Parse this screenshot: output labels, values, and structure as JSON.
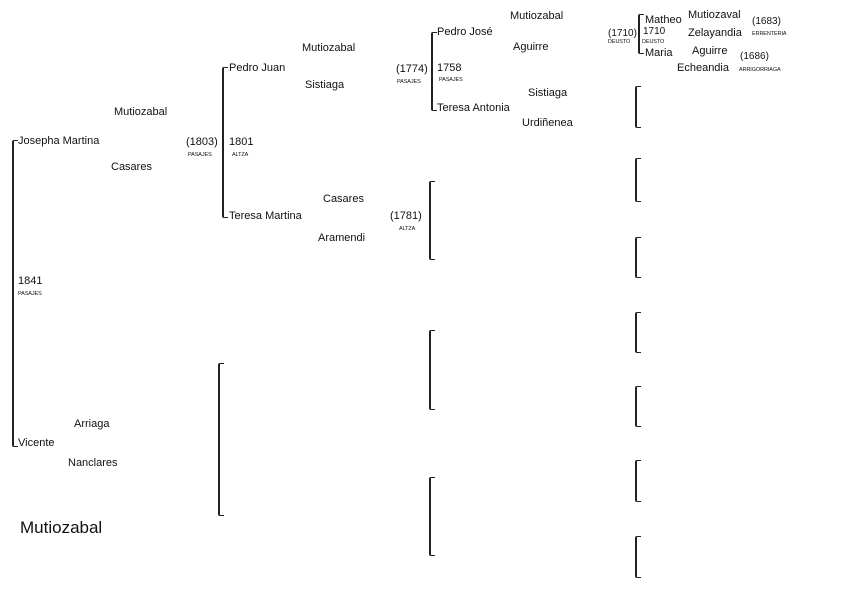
{
  "family_name": "Mutiozabal",
  "gen0": {
    "person1": "Josepha Martina",
    "person2": "Vicente",
    "marriage_year": "1841",
    "marriage_place": "PASAJES",
    "p1_surname1": "Mutiozabal",
    "p1_surname2": "Casares",
    "p2_surname1": "Arriaga",
    "p2_surname2": "Nanclares"
  },
  "gen1": {
    "person1": "Pedro Juan",
    "person2": "Teresa Martina",
    "marriage_year": "1801",
    "marriage_place": "ALTZA",
    "birth_year": "(1803)",
    "birth_place": "PASAJES",
    "p1_surname1": "Mutiozabal",
    "p1_surname2": "Sistiaga",
    "p2_surname1": "Casares",
    "p2_surname2": "Aramendi"
  },
  "gen2": {
    "person1": "Pedro José",
    "person2": "Teresa Antonia",
    "marriage_year": "1758",
    "marriage_place": "PASAJES",
    "birth_year": "(1774)",
    "birth_place": "PASAJES",
    "other_birth_year": "(1781)",
    "other_birth_place": "ALTZA",
    "p1_surname1": "Mutiozabal",
    "p1_surname2": "Aguirre",
    "p2_surname1": "Sistiaga",
    "p2_surname2": "Urdiñenea"
  },
  "gen3": {
    "person1": "Matheo",
    "person2": "Maria",
    "marriage_year": "1710",
    "marriage_place": "DEUSTO",
    "birth_year": "(1710)",
    "birth_place": "DEUSTO",
    "p1_surname1": "Mutiozaval",
    "p1_surname2": "Zelayandia",
    "p1_birth_year": "(1683)",
    "p1_birth_place": "ERRENTERIA",
    "p2_surname1": "Aguirre",
    "p2_surname2": "Echeandia",
    "p2_birth_year": "(1686)",
    "p2_birth_place": "ARRIGORRIAGA"
  }
}
